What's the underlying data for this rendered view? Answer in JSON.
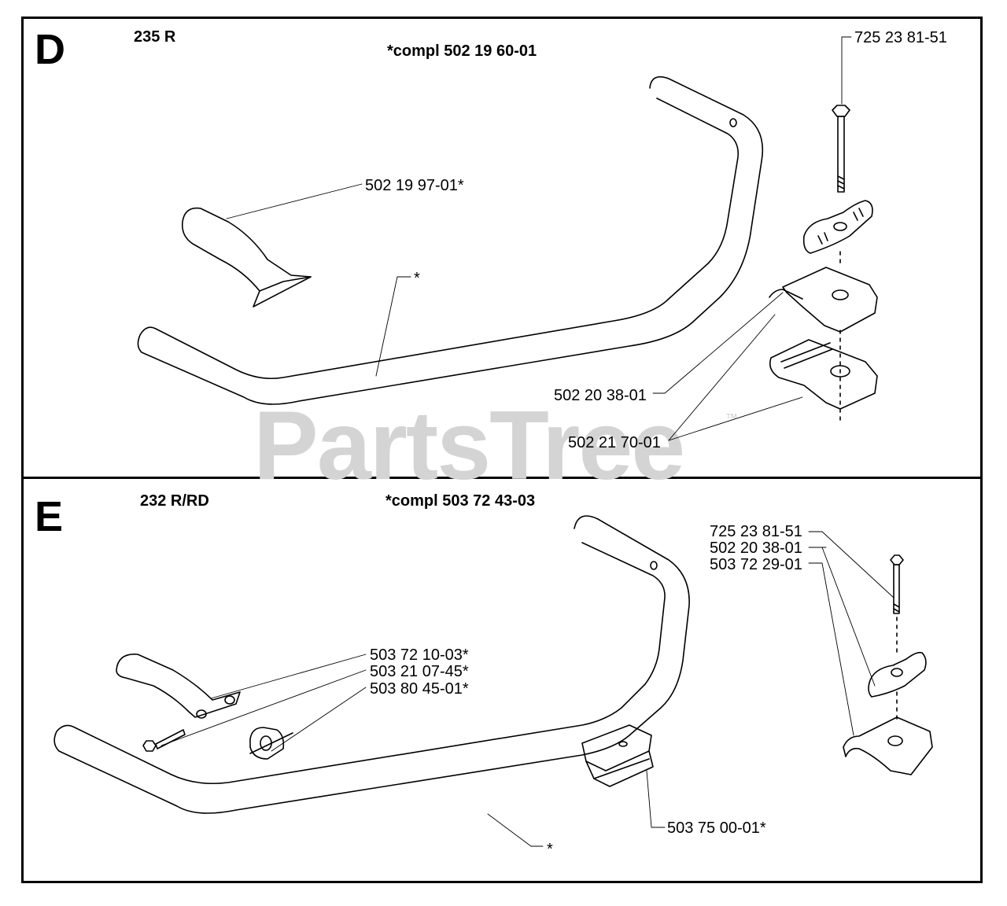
{
  "watermark": {
    "brand": "PartsTree",
    "tm": "™"
  },
  "section_d": {
    "letter": "D",
    "model": "235 R",
    "compl": "*compl 502 19 60-01",
    "parts": {
      "bolt": "725 23 81-51",
      "grip": "502 19 97-01*",
      "handle": "*",
      "clamp_upper": "502 20 38-01",
      "clamp_lower": "502 21 70-01"
    }
  },
  "section_e": {
    "letter": "E",
    "model": "232 R/RD",
    "compl": "*compl 503 72 43-03",
    "parts": {
      "bolt": "725 23 81-51",
      "knob": "502 20 38-01",
      "clamp": "503 72 29-01",
      "grip": "503 72 10-03*",
      "screw": "503 21 07-45*",
      "spacer": "503 80 45-01*",
      "bracket": "503 75 00-01*",
      "handle": "*"
    }
  }
}
